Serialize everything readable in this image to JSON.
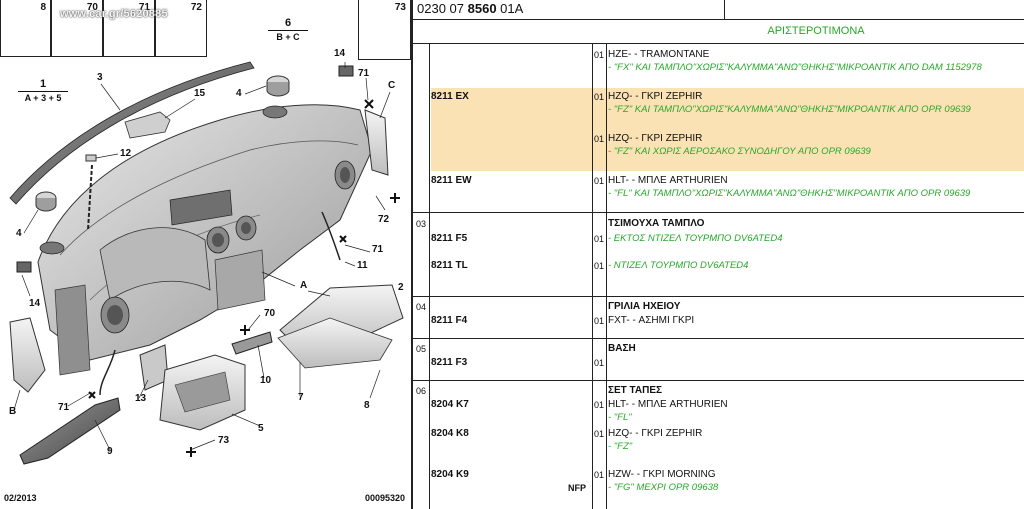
{
  "diagram": {
    "watermark": "www.car.gr/5620885",
    "screws": [
      {
        "num": "8"
      },
      {
        "num": "70"
      },
      {
        "num": "71"
      },
      {
        "num": "72"
      },
      {
        "num": "73"
      }
    ],
    "group_labels": [
      {
        "num": "1",
        "sub": "A + 3 + 5"
      },
      {
        "num": "6",
        "sub": "B + C"
      }
    ],
    "callouts": {
      "c3": "3",
      "c15": "15",
      "c4a": "4",
      "c14a": "14",
      "c71a": "71",
      "cC": "C",
      "c12": "12",
      "c4b": "4",
      "c72": "72",
      "c71b": "71",
      "c11": "11",
      "c14b": "14",
      "cA": "A",
      "c2": "2",
      "c70": "70",
      "c10": "10",
      "c13": "13",
      "c7": "7",
      "cB": "B",
      "c71c": "71",
      "c8": "8",
      "c5": "5",
      "c73": "73",
      "c9": "9"
    },
    "date": "02/2013",
    "ref": "00095320"
  },
  "header": {
    "prefix": "0230 07",
    "bold": "8560",
    "suffix": "01A"
  },
  "subheader": {
    "title": "ΑΡΙΣΤΕΡΟΤΙΜΟΝΑ"
  },
  "rows": [
    {
      "group": "",
      "ref": "",
      "qty": "01",
      "desc": "HZE- - TRAMONTANE",
      "note": "- \"FX\" ΚΑΙ ΤΑΜΠΛΟ\"ΧΩΡΙΣ\"ΚΑΛΥΜΜΑ\"ΑΝΩ\"ΘΗΚΗΣ\"ΜΙΚΡΟΑΝΤΙΚ ΑΠΟ DAM 1152978"
    },
    {
      "group": "",
      "ref": "8211 EX",
      "qty": "01",
      "desc": "HZQ- - ΓΚΡΙ ZEPHIR",
      "note": "- \"FZ\" ΚΑΙ ΤΑΜΠΛΟ\"ΧΩΡΙΣ\"ΚΑΛΥΜΜΑ\"ΑΝΩ\"ΘΗΚΗΣ\"ΜΙΚΡΟΑΝΤΙΚ ΑΠΟ OPR 09639"
    },
    {
      "group": "",
      "ref": "",
      "qty": "01",
      "desc": "HZQ- - ΓΚΡΙ ZEPHIR",
      "note": "- \"FZ\" ΚΑΙ ΧΩΡΙΣ ΑΕΡΟΣΑΚΟ ΣΥΝΟΔΗΓΟΥ ΑΠΟ OPR 09639"
    },
    {
      "group": "",
      "ref": "8211 EW",
      "qty": "01",
      "desc": "HLT- - ΜΠΛΕ ARTHURIEN",
      "note": "- \"FL\" ΚΑΙ ΤΑΜΠΛΟ\"ΧΩΡΙΣ\"ΚΑΛΥΜΜΑ\"ΑΝΩ\"ΘΗΚΗΣ\"ΜΙΚΡΟΑΝΤΙΚ ΑΠΟ OPR 09639"
    },
    {
      "group": "03",
      "ref": "",
      "qty": "",
      "desc": "ΤΣΙΜΟΥΧΑ ΤΑΜΠΛΟ",
      "note": ""
    },
    {
      "group": "",
      "ref": "8211 F5",
      "qty": "01",
      "desc": "",
      "note": "- ΕΚΤΟΣ ΝΤΙΖΕΛ ΤΟΥΡΜΠΟ DV6ATED4"
    },
    {
      "group": "",
      "ref": "8211 TL",
      "qty": "01",
      "desc": "",
      "note": "- ΝΤΙΖΕΛ ΤΟΥΡΜΠΟ DV6ATED4"
    },
    {
      "group": "04",
      "ref": "",
      "qty": "",
      "desc": "ΓΡΙΛΙΑ ΗΧΕΙΟΥ",
      "note": ""
    },
    {
      "group": "",
      "ref": "8211 F4",
      "qty": "01",
      "desc": "FXT- - ΑΣΗΜΙ ΓΚΡΙ",
      "note": ""
    },
    {
      "group": "05",
      "ref": "",
      "qty": "",
      "desc": "ΒΑΣΗ",
      "note": ""
    },
    {
      "group": "",
      "ref": "8211 F3",
      "qty": "01",
      "desc": "",
      "note": ""
    },
    {
      "group": "06",
      "ref": "",
      "qty": "",
      "desc": "ΣΕΤ ΤΑΠΕΣ",
      "note": ""
    },
    {
      "group": "",
      "ref": "8204 K7",
      "qty": "01",
      "desc": "HLT- - ΜΠΛΕ ARTHURIEN",
      "note": "- \"FL\""
    },
    {
      "group": "",
      "ref": "8204 K8",
      "qty": "01",
      "desc": "HZQ- - ΓΚΡΙ ZEPHIR",
      "note": "- \"FZ\""
    },
    {
      "group": "",
      "ref": "8204 K9",
      "qty": "01",
      "desc": "HZW- - ΓΚΡΙ MORNING",
      "note": "- \"FG\" ΜΕΧΡΙ OPR 09638"
    },
    {
      "group": "",
      "ref": "",
      "nfp": "NFP",
      "qty": "",
      "desc": "",
      "note": ""
    }
  ]
}
